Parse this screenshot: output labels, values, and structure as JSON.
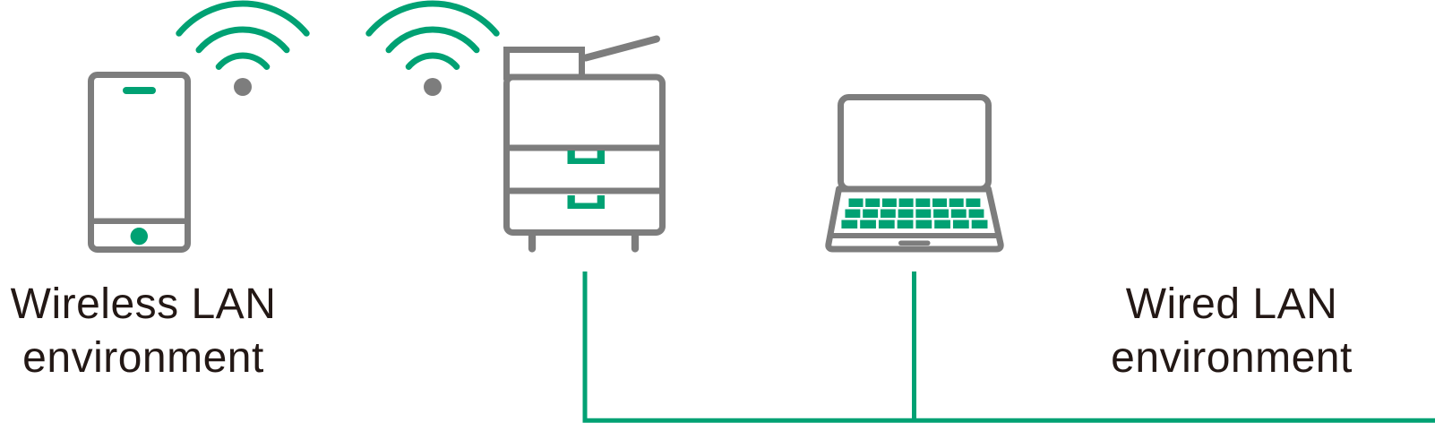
{
  "labels": {
    "wireless": {
      "line1": "Wireless LAN",
      "line2": "environment"
    },
    "wired": {
      "line1": "Wired LAN",
      "line2": "environment"
    }
  },
  "icons": [
    "smartphone-icon",
    "wifi-signal-icon",
    "wifi-signal-icon",
    "printer-icon",
    "laptop-icon",
    "lan-cable-line"
  ],
  "colors": {
    "green": "#00a173",
    "gray": "#7d7d7d",
    "text": "#231815",
    "bg": "#ffffff"
  }
}
